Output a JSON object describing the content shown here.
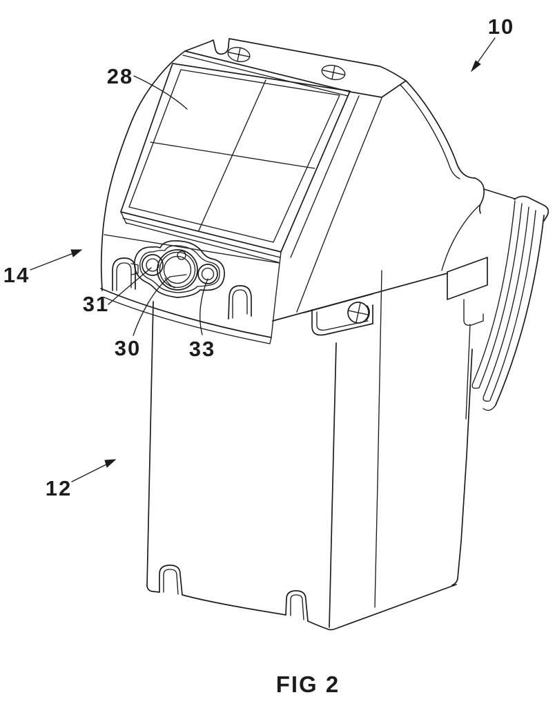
{
  "page": {
    "background": "#ffffff",
    "line_color": "#1c1c1c"
  },
  "figure": {
    "caption": "FIG 2",
    "reference_labels": {
      "n10": "10",
      "n12": "12",
      "n14": "14",
      "n28": "28",
      "n30": "30",
      "n31": "31",
      "n33": "33"
    }
  }
}
